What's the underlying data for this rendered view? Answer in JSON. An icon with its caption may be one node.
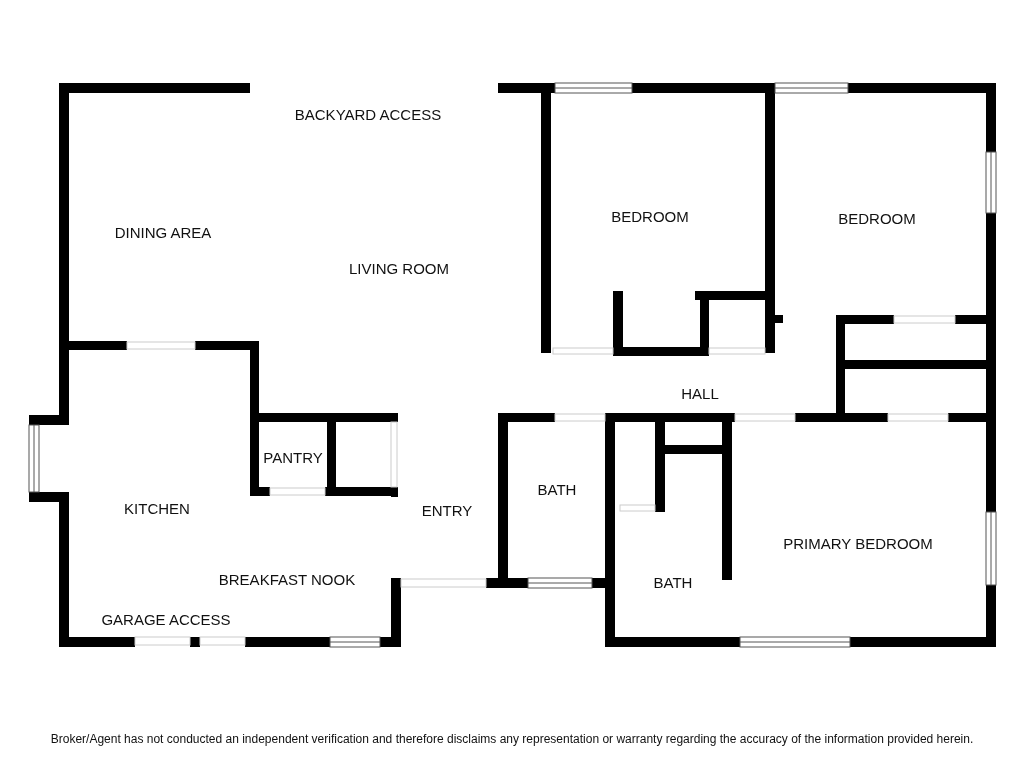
{
  "diagram": {
    "caption": "Broker/Agent has not conducted an independent verification and therefore disclaims any representation or warranty regarding the accuracy of the information provided herein.",
    "labels": [
      "BACKYARD ACCESS",
      "BEDROOM",
      "BEDROOM",
      "DINING AREA",
      "LIVING ROOM",
      "HALL",
      "PANTRY",
      "BATH",
      "KITCHEN",
      "ENTRY",
      "PRIMARY BEDROOM",
      "BREAKFAST NOOK",
      "BATH",
      "GARAGE ACCESS"
    ]
  }
}
